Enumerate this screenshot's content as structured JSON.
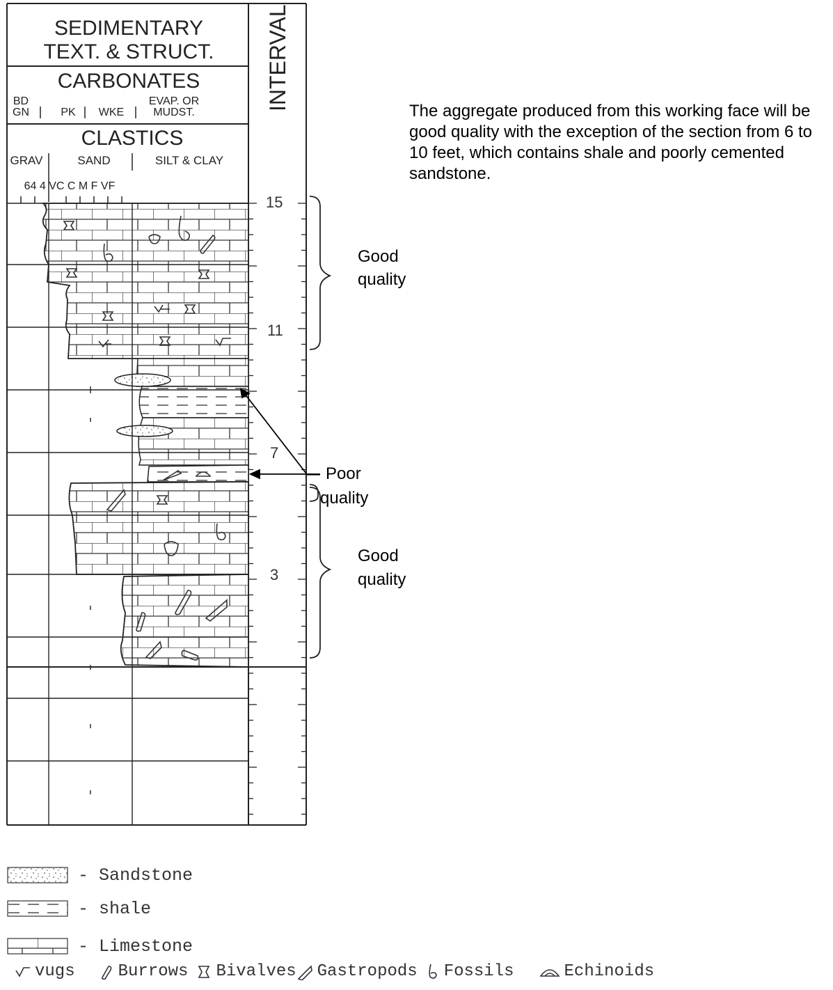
{
  "header": {
    "sed_line1": "SEDIMENTARY",
    "sed_line2": "TEXT. & STRUCT.",
    "carbonates": "CARBONATES",
    "bd": "BD",
    "gn": "GN",
    "pk": "PK",
    "wke": "WKE",
    "evap_or": "EVAP. OR",
    "mudst": "MUDST.",
    "clastics": "CLASTICS",
    "grav": "GRAV",
    "sand": "SAND",
    "silt_clay": "SILT & CLAY",
    "grain_scale": "64 4 VC C M F VF",
    "interval": "INTERVAL"
  },
  "depth_labels": [
    "15",
    "11",
    "7",
    "3"
  ],
  "note": "The aggregate produced from this working face will be good quality with the exception of  the section from 6 to 10 feet, which contains shale and poorly cemented sandstone.",
  "annotations": {
    "good_top_1": "Good",
    "good_top_2": "quality",
    "poor_1": "Poor",
    "poor_2": "quality",
    "good_bottom_1": "Good",
    "good_bottom_2": "quality"
  },
  "legend": {
    "sandstone": "- Sandstone",
    "shale": "- shale",
    "limestone": "- Limestone"
  },
  "symbols": {
    "vugs": "vugs",
    "burrows": "Burrows",
    "bivalves": "Bivalves",
    "gastropods": "Gastropods",
    "fossils": "Fossils",
    "echinoids": "Echinoids"
  },
  "colors": {
    "ink": "#222222",
    "paper": "#ffffff"
  }
}
